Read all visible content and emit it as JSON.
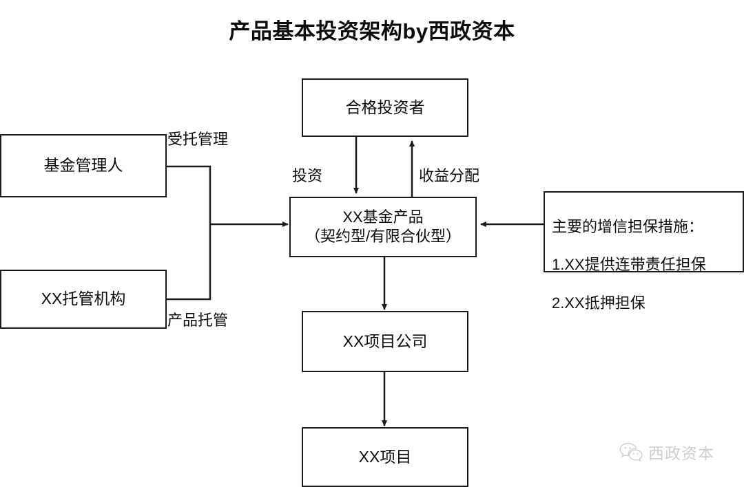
{
  "title": "产品基本投资架构by西政资本",
  "colors": {
    "stroke": "#1a1a1a",
    "text": "#0d0d0d",
    "background": "#ffffff",
    "watermark": "#8d8d97"
  },
  "nodes": {
    "fund_manager": {
      "label": "基金管理人"
    },
    "custodian": {
      "label": "XX托管机构"
    },
    "qualified_investor": {
      "label": "合格投资者"
    },
    "fund_product": {
      "label": "XX基金产品\n（契约型/有限合伙型）"
    },
    "credit_enhancement": {
      "heading": "主要的增信担保措施：",
      "item1": "1.XX提供连带责任担保",
      "item2": "2.XX抵押担保"
    },
    "project_company": {
      "label": "XX项目公司"
    },
    "project": {
      "label": "XX项目"
    }
  },
  "edges": {
    "entrusted_management": "受托管理",
    "product_custody": "产品托管",
    "investment": "投资",
    "income_distribution": "收益分配"
  },
  "watermark": {
    "text": "西政资本",
    "icon": "wechat-icon"
  }
}
